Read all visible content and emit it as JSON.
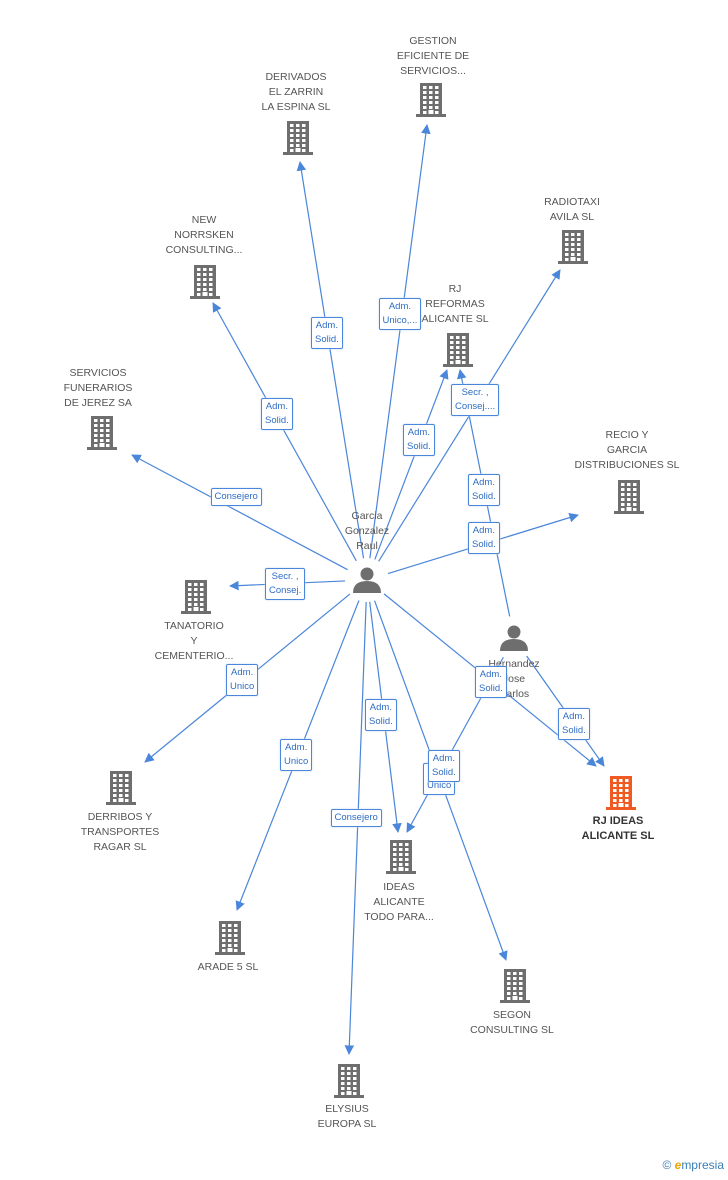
{
  "colors": {
    "edge": "#4a86d9",
    "company": "#6e6e6e",
    "highlight": "#f05a22",
    "person": "#6e6e6e"
  },
  "nodes": [
    {
      "id": "garcia",
      "type": "person",
      "label": "Garcia\nGonzalez\nRaul"
    },
    {
      "id": "hernandez",
      "type": "person",
      "label": "Hernandez\nJose\nCarlos"
    },
    {
      "id": "gestion",
      "type": "company",
      "label": "GESTION\nEFICIENTE DE\nSERVICIOS..."
    },
    {
      "id": "derivados",
      "type": "company",
      "label": "DERIVADOS\nEL ZARRIN\nLA ESPINA SL"
    },
    {
      "id": "radiotaxi",
      "type": "company",
      "label": "RADIOTAXI\nAVILA SL"
    },
    {
      "id": "norrsken",
      "type": "company",
      "label": "NEW\nNORRSKEN\nCONSULTING..."
    },
    {
      "id": "rjreformas",
      "type": "company",
      "label": "RJ\nREFORMAS\nALICANTE SL"
    },
    {
      "id": "funerarios",
      "type": "company",
      "label": "SERVICIOS\nFUNERARIOS\nDE JEREZ SA"
    },
    {
      "id": "recio",
      "type": "company",
      "label": "RECIO Y\nGARCIA\nDISTRIBUCIONES SL"
    },
    {
      "id": "tanatorio",
      "type": "company",
      "label": "TANATORIO\nY\nCEMENTERIO..."
    },
    {
      "id": "rjideas",
      "type": "company",
      "highlight": true,
      "label": "RJ IDEAS\nALICANTE SL"
    },
    {
      "id": "derribos",
      "type": "company",
      "label": "DERRIBOS Y\nTRANSPORTES\nRAGAR SL"
    },
    {
      "id": "ideas",
      "type": "company",
      "label": "IDEAS\nALICANTE\nTODO PARA..."
    },
    {
      "id": "arade",
      "type": "company",
      "label": "ARADE 5 SL"
    },
    {
      "id": "segon",
      "type": "company",
      "label": "SEGON\nCONSULTING SL"
    },
    {
      "id": "elysius",
      "type": "company",
      "label": "ELYSIUS\nEUROPA SL"
    }
  ],
  "edges": [
    {
      "from": "garcia",
      "to": "derivados",
      "label": "Adm.\nSolid."
    },
    {
      "from": "garcia",
      "to": "gestion",
      "label": "Adm.\nUnico,..."
    },
    {
      "from": "garcia",
      "to": "norrsken",
      "label": "Adm.\nSolid."
    },
    {
      "from": "garcia",
      "to": "rjreformas",
      "label": "Adm.\nSolid."
    },
    {
      "from": "garcia",
      "to": "radiotaxi",
      "label": "Secr. ,\nConsej...."
    },
    {
      "from": "garcia",
      "to": "funerarios",
      "label": "Consejero"
    },
    {
      "from": "garcia",
      "to": "recio",
      "label": "Adm.\nSolid."
    },
    {
      "from": "garcia",
      "to": "tanatorio",
      "label": "Secr. ,\nConsej."
    },
    {
      "from": "garcia",
      "to": "derribos",
      "label": "Adm.\nUnico"
    },
    {
      "from": "garcia",
      "to": "arade",
      "label": "Adm.\nUnico"
    },
    {
      "from": "garcia",
      "to": "elysius",
      "label": "Consejero"
    },
    {
      "from": "garcia",
      "to": "ideas",
      "label": "Adm.\nSolid."
    },
    {
      "from": "garcia",
      "to": "segon",
      "label": "Adm.\nUnico"
    },
    {
      "from": "garcia",
      "to": "rjideas",
      "label": "Adm.\nSolid."
    },
    {
      "from": "hernandez",
      "to": "rjreformas",
      "label": "Adm.\nSolid."
    },
    {
      "from": "hernandez",
      "to": "ideas",
      "label": "Adm.\nSolid."
    },
    {
      "from": "hernandez",
      "to": "rjideas",
      "label": "Adm.\nSolid."
    }
  ],
  "footer": {
    "copyright": "©",
    "brand_initial": "e",
    "brand_rest": "mpresia"
  }
}
